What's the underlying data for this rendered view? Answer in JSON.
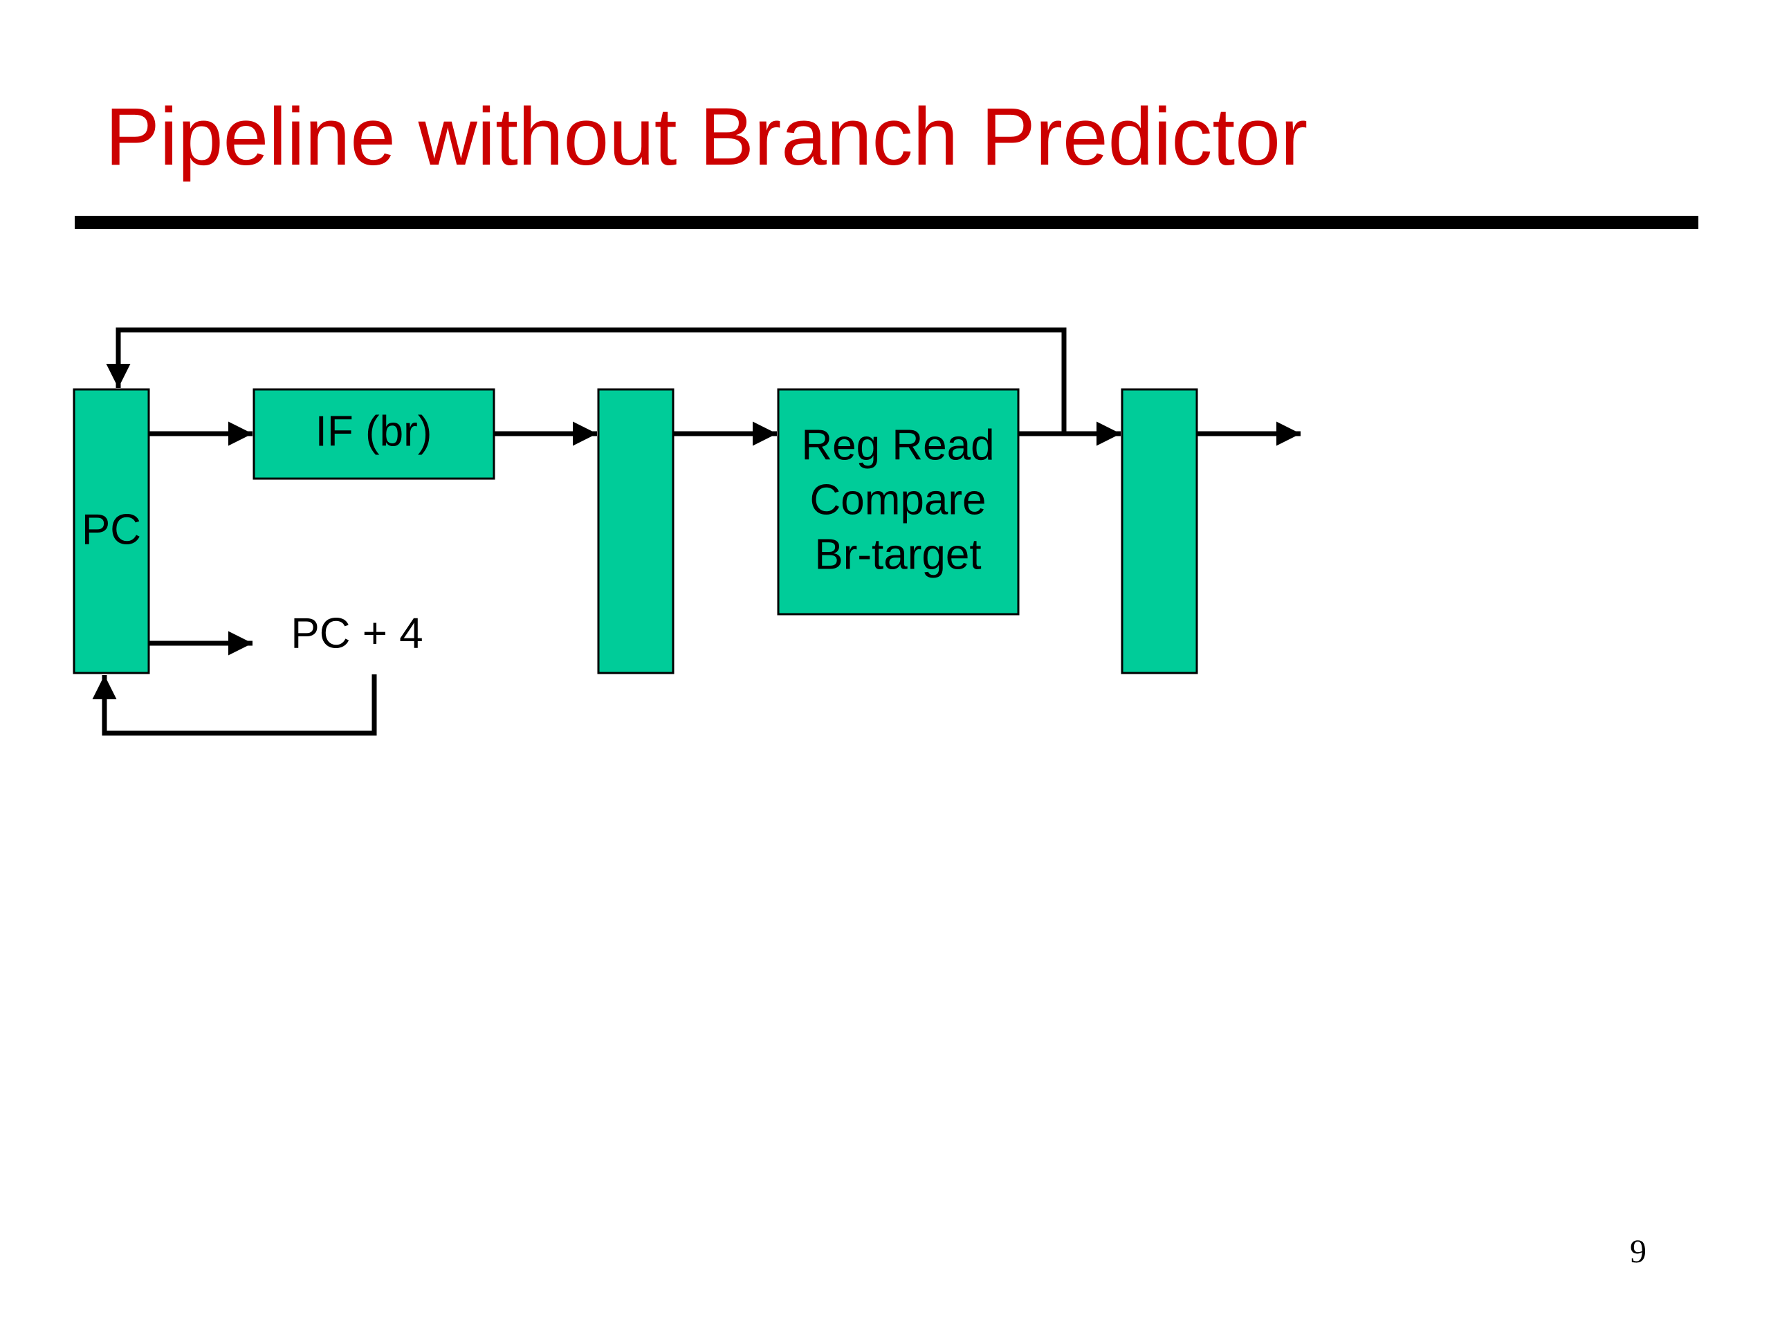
{
  "slide": {
    "title": "Pipeline without Branch Predictor",
    "page_number": "9"
  },
  "diagram": {
    "pc_label": "PC",
    "fetch_label": "IF (br)",
    "pc_plus_4_label": "PC + 4",
    "decode_lines": [
      "Reg Read",
      "Compare",
      "Br-target"
    ]
  },
  "colors": {
    "title": "#cc0000",
    "block_fill": "#00cc99",
    "block_stroke": "#000000",
    "arrow": "#000000"
  }
}
